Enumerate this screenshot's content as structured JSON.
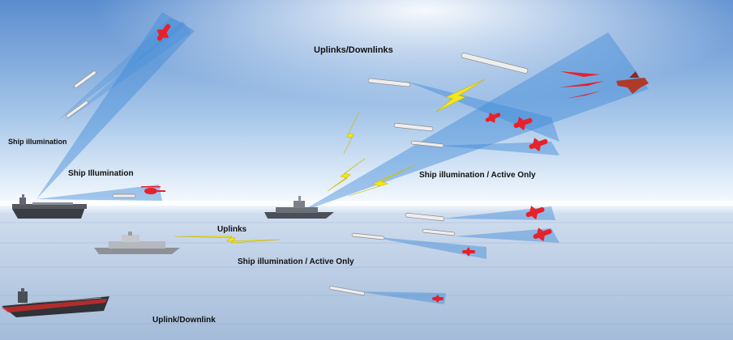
{
  "labels": {
    "uplinks_downlinks": "Uplinks/Downlinks",
    "ship_illumination_lower": "Ship illumination",
    "ship_illumination_upper": "Ship Illumination",
    "ship_illum_active_right": "Ship illumination / Active Only",
    "uplinks": "Uplinks",
    "ship_illum_active_center": "Ship illumination / Active Only",
    "uplink_downlink": "Uplink/Downlink"
  },
  "colors": {
    "beam": "#4a90d9",
    "lightning": "#f2e61c",
    "target": "#e8202a",
    "missile": "#e9e9e9",
    "sky_top": "#5d8fd0",
    "sea": "#a9c1de"
  }
}
